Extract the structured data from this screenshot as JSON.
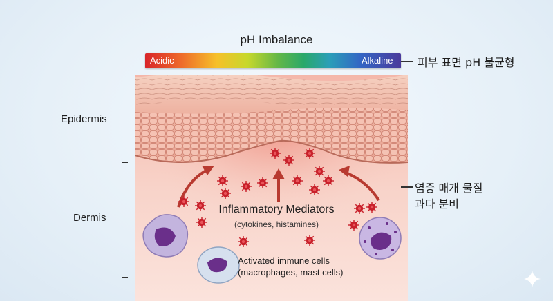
{
  "ph": {
    "title": "pH Imbalance",
    "acidic": "Acidic",
    "alkaline": "Alkaline",
    "korean_label": "피부 표면 pH 불균형"
  },
  "layers": {
    "epidermis": "Epidermis",
    "dermis": "Dermis"
  },
  "mediators": {
    "title": "Inflammatory Mediators",
    "subtitle": "(cytokines, histamines)",
    "korean_line1": "염증 매개 물질",
    "korean_line2": "과다 분비"
  },
  "cells": {
    "line1": "Activated immune cells",
    "line2": "(macrophages, mast cells)"
  },
  "colors": {
    "acid": "#d8252a",
    "alkaline": "#4a3a9c",
    "dermis": "#f6cabf",
    "epidermis": "#f0b7a8",
    "mediator": "#c8202a",
    "arrow": "#b83a30",
    "immune_cell": "#b9a8d6",
    "nucleus": "#6a2f8a"
  },
  "icons": [
    "sparkle-icon"
  ]
}
